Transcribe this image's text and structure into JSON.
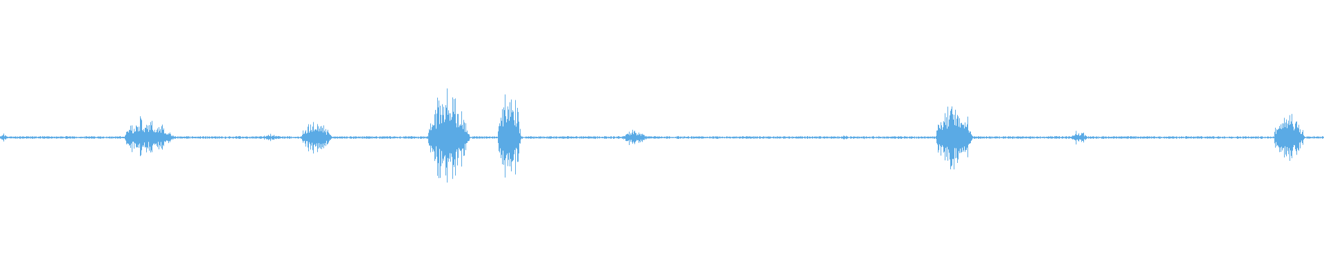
{
  "waveform": {
    "color": "#5aaae5",
    "background": "#ffffff",
    "baseline_amplitude": 0.012,
    "segments": [
      {
        "start": 0.0,
        "end": 0.008,
        "amplitude": 0.06
      },
      {
        "start": 0.094,
        "end": 0.155,
        "amplitude": 0.28
      },
      {
        "start": 0.198,
        "end": 0.225,
        "amplitude": 0.05
      },
      {
        "start": 0.228,
        "end": 0.265,
        "amplitude": 0.27
      },
      {
        "start": 0.323,
        "end": 0.375,
        "amplitude": 0.65
      },
      {
        "start": 0.376,
        "end": 0.405,
        "amplitude": 0.72
      },
      {
        "start": 0.47,
        "end": 0.502,
        "amplitude": 0.11
      },
      {
        "start": 0.636,
        "end": 0.643,
        "amplitude": 0.05
      },
      {
        "start": 0.707,
        "end": 0.752,
        "amplitude": 0.58
      },
      {
        "start": 0.809,
        "end": 0.83,
        "amplitude": 0.09
      },
      {
        "start": 0.962,
        "end": 1.0,
        "amplitude": 0.43
      }
    ]
  }
}
